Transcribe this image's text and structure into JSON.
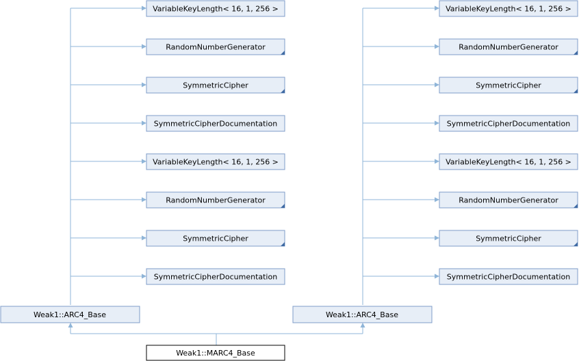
{
  "diagram": {
    "nodes": {
      "l0": "VariableKeyLength< 16, 1, 256 >",
      "l1": "RandomNumberGenerator",
      "l2": "SymmetricCipher",
      "l3": "SymmetricCipherDocumentation",
      "l4": "VariableKeyLength< 16, 1, 256 >",
      "l5": "RandomNumberGenerator",
      "l6": "SymmetricCipher",
      "l7": "SymmetricCipherDocumentation",
      "r0": "VariableKeyLength< 16, 1, 256 >",
      "r1": "RandomNumberGenerator",
      "r2": "SymmetricCipher",
      "r3": "SymmetricCipherDocumentation",
      "r4": "VariableKeyLength< 16, 1, 256 >",
      "r5": "RandomNumberGenerator",
      "r6": "SymmetricCipher",
      "r7": "SymmetricCipherDocumentation",
      "base_left": "Weak1::ARC4_Base",
      "base_right": "Weak1::ARC4_Base",
      "derived": "Weak1::MARC4_Base"
    },
    "colors": {
      "node_fill": "#e7eef7",
      "node_border": "#7f9cc8",
      "edge": "#8fb5d8",
      "focus_border": "#000000"
    }
  }
}
